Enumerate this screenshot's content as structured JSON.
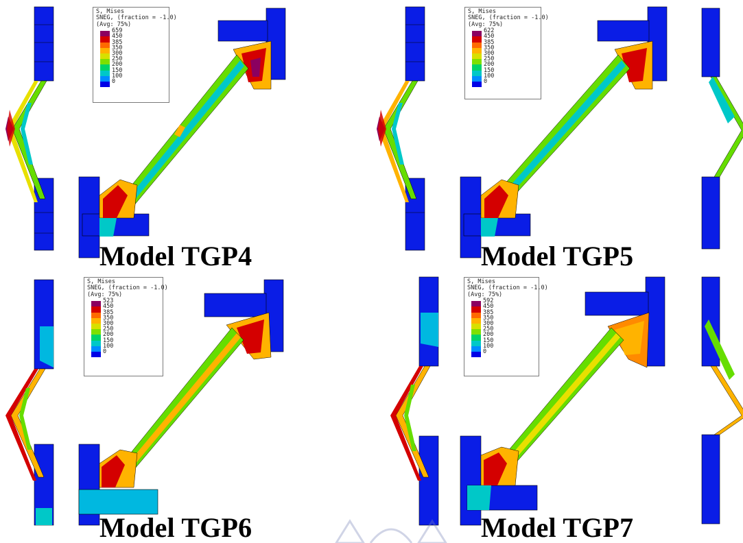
{
  "figure": {
    "panels": [
      {
        "id": "tgp4",
        "caption": "Model TGP4",
        "legend": {
          "line1": "S, Mises",
          "line2": "SNEG, (fraction = -1.0)",
          "line3": "(Avg: 75%)",
          "ticks": [
            "659",
            "450",
            "385",
            "350",
            "300",
            "250",
            "200",
            "150",
            "100",
            "0"
          ]
        }
      },
      {
        "id": "tgp5",
        "caption": "Model TGP5",
        "legend": {
          "line1": "S, Mises",
          "line2": "SNEG, (fraction = -1.0)",
          "line3": "(Avg: 75%)",
          "ticks": [
            "622",
            "450",
            "385",
            "350",
            "300",
            "250",
            "200",
            "150",
            "100",
            "0"
          ]
        }
      },
      {
        "id": "tgp6",
        "caption": "Model TGP6",
        "legend": {
          "line1": "S, Mises",
          "line2": "SNEG, (fraction = -1.0)",
          "line3": "(Avg: 75%)",
          "ticks": [
            "523",
            "450",
            "385",
            "350",
            "300",
            "250",
            "200",
            "150",
            "100",
            "0"
          ]
        }
      },
      {
        "id": "tgp7",
        "caption": "Model TGP7",
        "legend": {
          "line1": "S, Mises",
          "line2": "SNEG, (fraction = -1.0)",
          "line3": "(Avg: 75%)",
          "ticks": [
            "592",
            "450",
            "385",
            "350",
            "300",
            "250",
            "200",
            "150",
            "100",
            "0"
          ]
        }
      }
    ],
    "legend_colors": [
      "#8b0060",
      "#d40000",
      "#ff6a00",
      "#ffb300",
      "#d8e000",
      "#7ee000",
      "#00d46a",
      "#00c8c8",
      "#008cff",
      "#0000e6"
    ]
  }
}
